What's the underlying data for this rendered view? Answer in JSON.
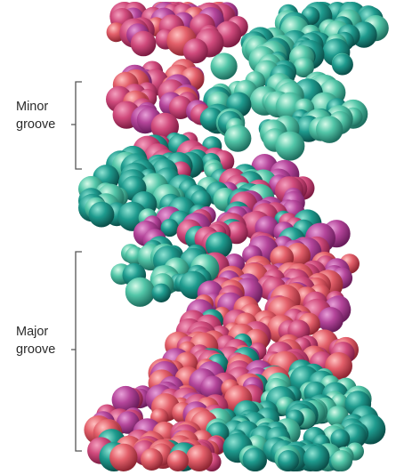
{
  "colors": {
    "background": "#ffffff",
    "strand_pink": "#c43a6c",
    "strand_magenta": "#b5459a",
    "strand_coral": "#e35f6a",
    "strand_teal": "#1e9b8e",
    "strand_mint": "#4cc3a6",
    "bracket": "#555555",
    "label_text": "#2b2b2b"
  },
  "labels": {
    "minor_groove": {
      "line1": "Minor",
      "line2": "groove"
    },
    "major_groove": {
      "line1": "Major",
      "line2": "groove"
    }
  }
}
